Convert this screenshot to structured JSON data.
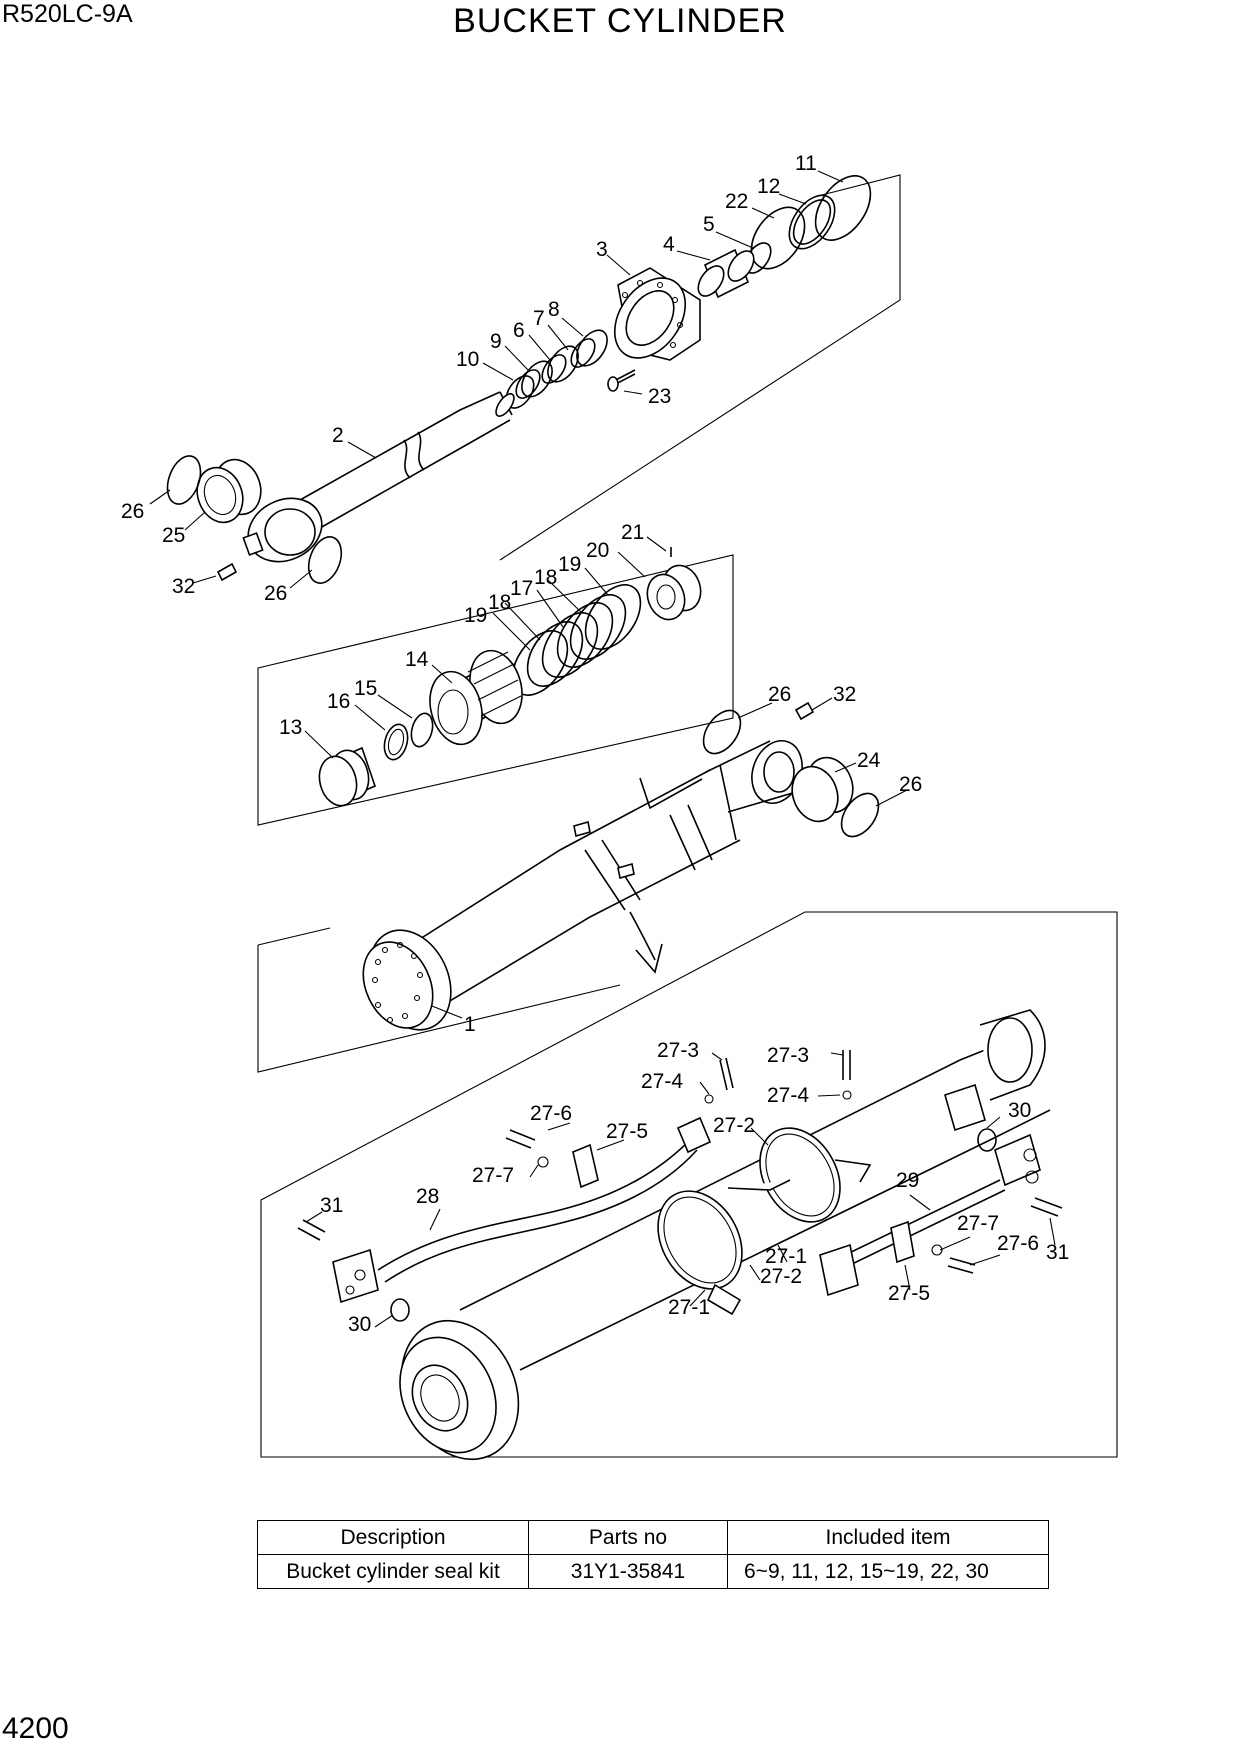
{
  "header": {
    "model": "R520LC-9A",
    "title": "BUCKET CYLINDER"
  },
  "page_number": "4200",
  "callouts": {
    "c11": "11",
    "c12": "12",
    "c22": "22",
    "c5": "5",
    "c4": "4",
    "c3": "3",
    "c8": "8",
    "c7": "7",
    "c6": "6",
    "c9": "9",
    "c10": "10",
    "c23": "23",
    "c2": "2",
    "c26a": "26",
    "c25": "25",
    "c32a": "32",
    "c26b": "26",
    "c21": "21",
    "c20": "20",
    "c19a": "19",
    "c18a": "18",
    "c17": "17",
    "c18b": "18",
    "c19b": "19",
    "c14": "14",
    "c15": "15",
    "c16": "16",
    "c13": "13",
    "c26c": "26",
    "c32b": "32",
    "c24": "24",
    "c26d": "26",
    "c1": "1",
    "c27_3a": "27-3",
    "c27_3b": "27-3",
    "c27_4a": "27-4",
    "c27_4b": "27-4",
    "c27_6a": "27-6",
    "c27_5a": "27-5",
    "c27_2a": "27-2",
    "c30a": "30",
    "c27_7a": "27-7",
    "c31a": "31",
    "c28": "28",
    "c29": "29",
    "c27_1a": "27-1",
    "c27_2b": "27-2",
    "c27_7b": "27-7",
    "c27_6b": "27-6",
    "c31b": "31",
    "c27_1b": "27-1",
    "c27_5b": "27-5",
    "c30b": "30"
  },
  "kit_table": {
    "headers": [
      "Description",
      "Parts no",
      "Included item"
    ],
    "rows": [
      [
        "Bucket cylinder seal kit",
        "31Y1-35841",
        "6~9, 11, 12, 15~19, 22, 30"
      ]
    ]
  }
}
